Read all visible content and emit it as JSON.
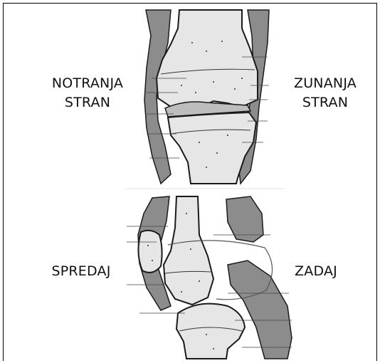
{
  "labels": {
    "inner_side": [
      "NOTRANJA",
      "STRAN"
    ],
    "outer_side": [
      "ZUNANJA",
      "STRAN"
    ],
    "front": "SPREDAJ",
    "back": "ZADAJ"
  },
  "colors": {
    "bone": "#e6e6e6",
    "soft_tissue": "#8c8c8c",
    "outline": "#1a1a1a"
  }
}
